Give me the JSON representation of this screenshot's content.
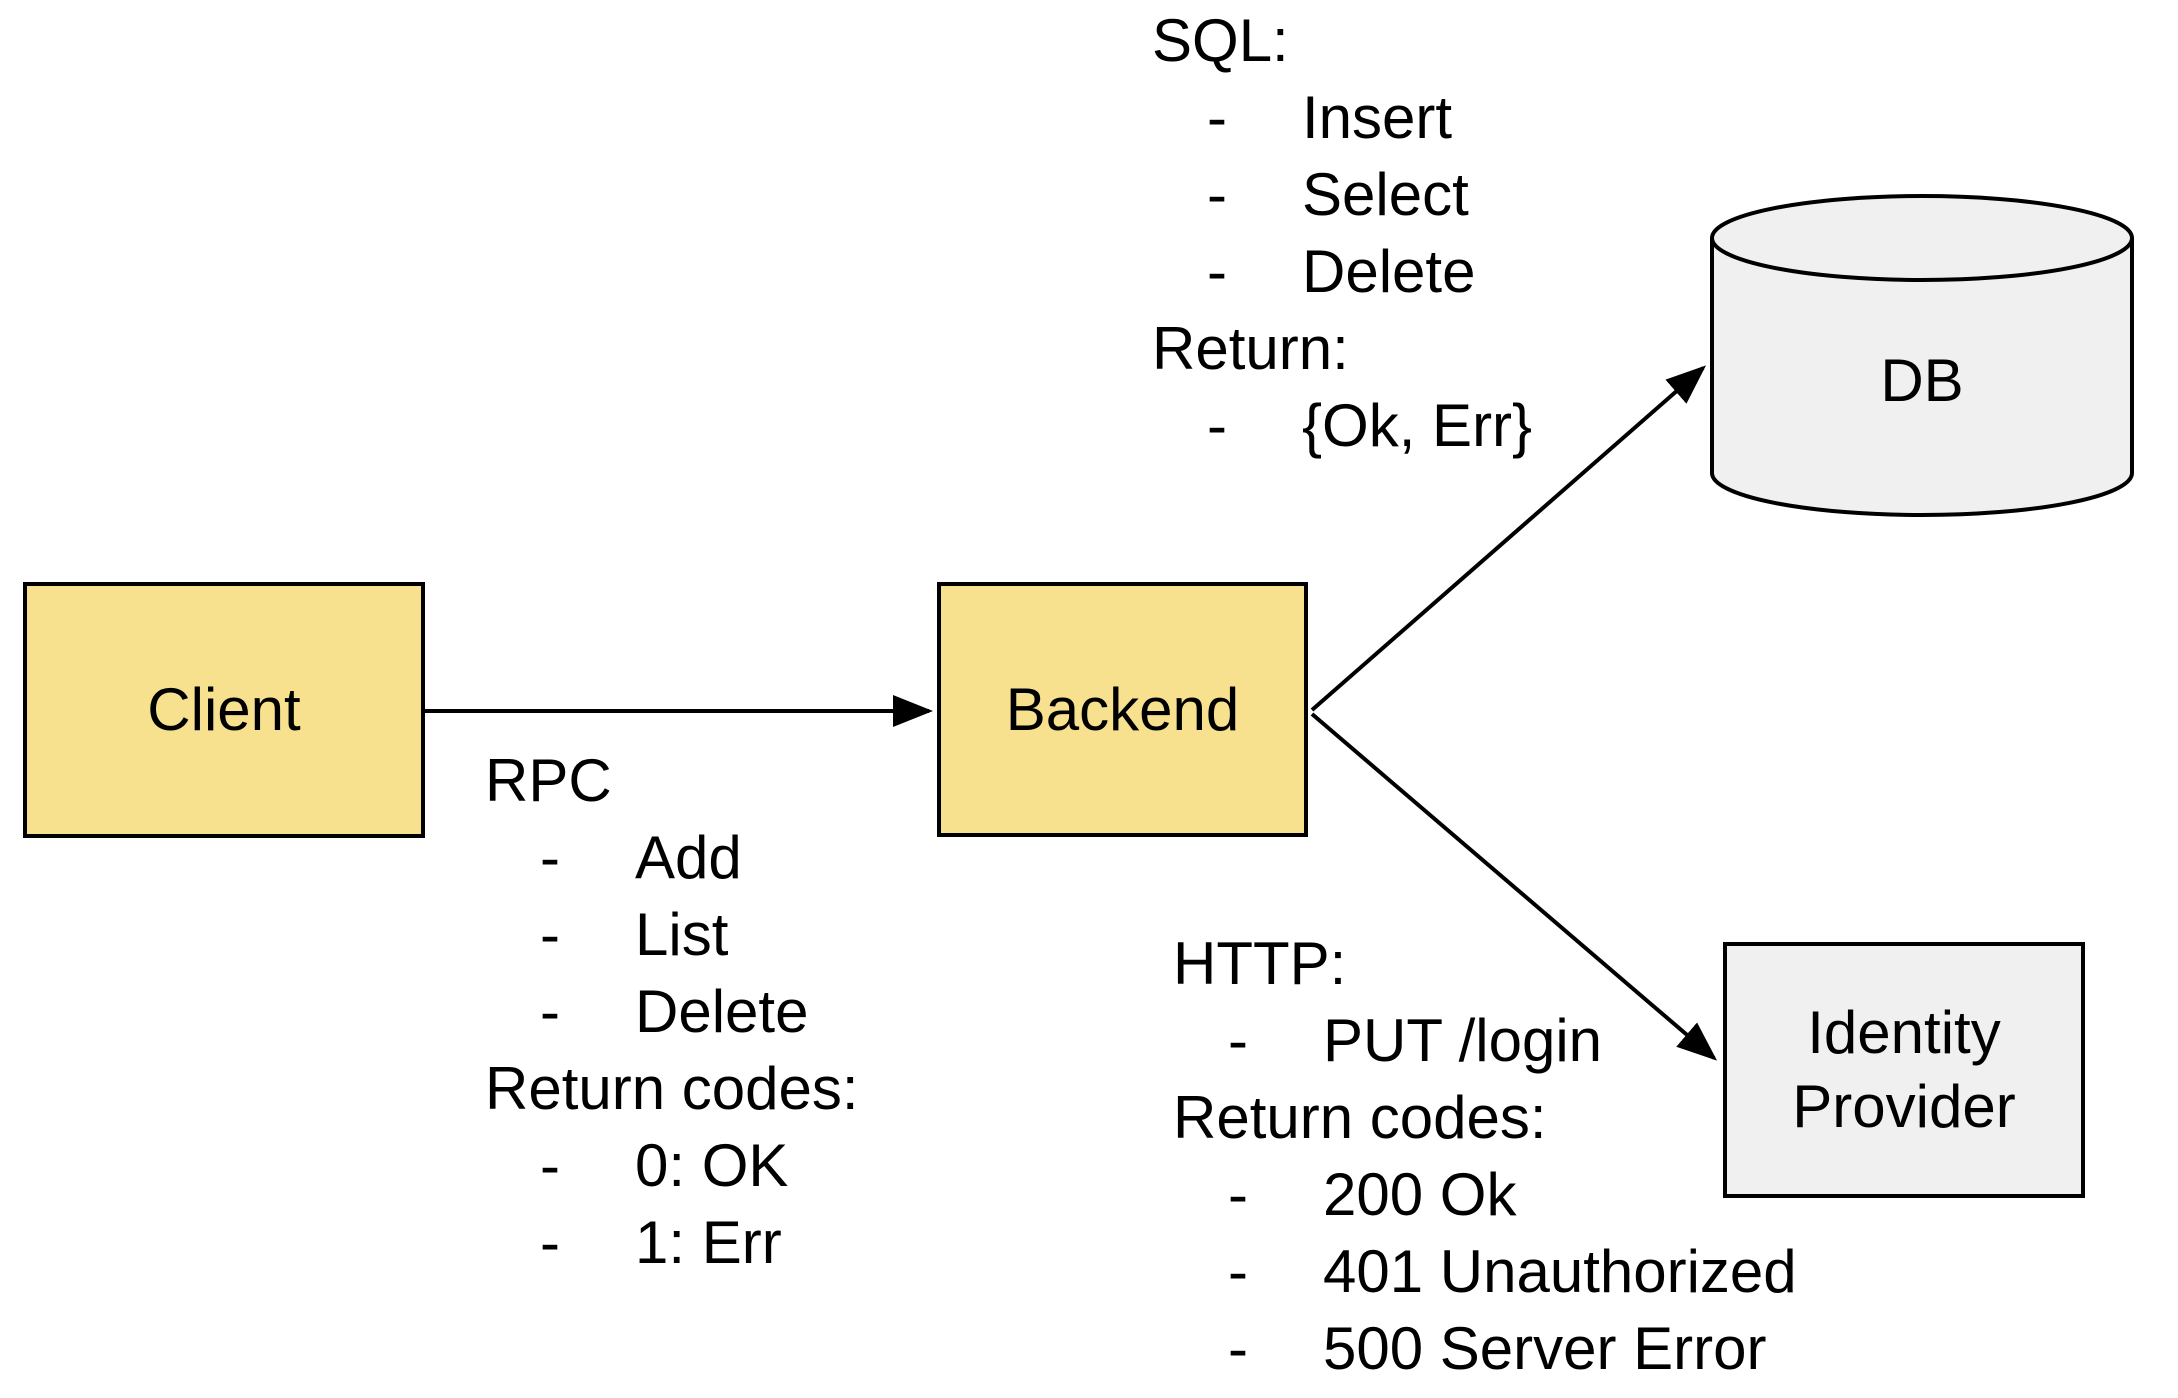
{
  "diagram": {
    "bullet_char": "-",
    "nodes": {
      "client": {
        "label": "Client"
      },
      "backend": {
        "label": "Backend"
      },
      "db": {
        "label": "DB"
      },
      "identity_provider": {
        "line1": "Identity",
        "line2": "Provider"
      }
    },
    "annotations": {
      "rpc": {
        "title": "RPC",
        "calls": [
          "Add",
          "List",
          "Delete"
        ],
        "return_title": "Return codes:",
        "returns": [
          "0: OK",
          "1: Err"
        ]
      },
      "sql": {
        "title": "SQL:",
        "calls": [
          "Insert",
          "Select",
          "Delete"
        ],
        "return_title": "Return:",
        "returns": [
          "{Ok, Err}"
        ]
      },
      "http": {
        "title": "HTTP:",
        "calls": [
          "PUT /login"
        ],
        "return_title": "Return codes:",
        "returns": [
          "200 Ok",
          "401 Unauthorized",
          "500 Server Error"
        ]
      }
    },
    "edges": [
      {
        "from": "client",
        "to": "backend"
      },
      {
        "from": "backend",
        "to": "db"
      },
      {
        "from": "backend",
        "to": "identity_provider"
      }
    ],
    "colors": {
      "node_fill_yellow": "#F7E08E",
      "node_fill_gray": "#F0F0F0",
      "stroke": "#000000",
      "text": "#000000",
      "background": "#FFFFFF"
    }
  }
}
